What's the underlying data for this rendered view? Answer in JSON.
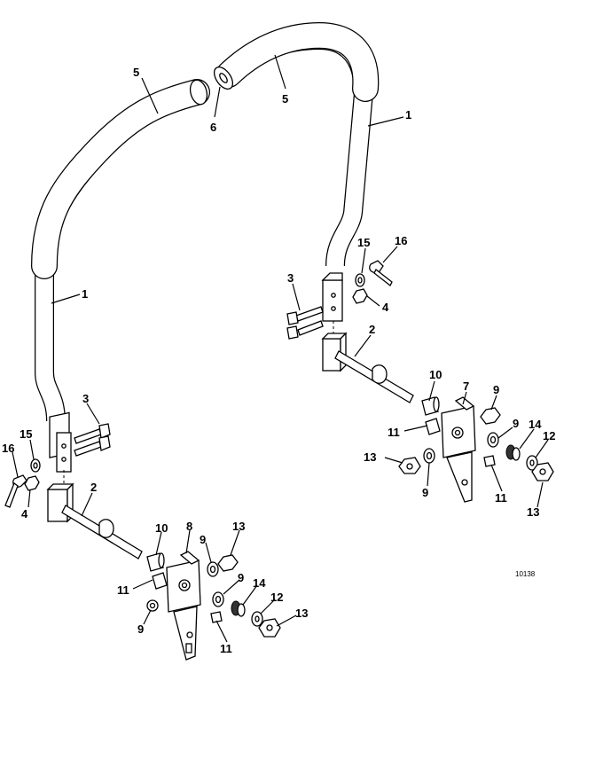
{
  "figure_id": "10138",
  "callouts": [
    {
      "key": "c5a",
      "label": "5"
    },
    {
      "key": "c6",
      "label": "6"
    },
    {
      "key": "c5b",
      "label": "5"
    },
    {
      "key": "c1a",
      "label": "1"
    },
    {
      "key": "c1b",
      "label": "1"
    },
    {
      "key": "c16a",
      "label": "16"
    },
    {
      "key": "c15a",
      "label": "15"
    },
    {
      "key": "c3a",
      "label": "3"
    },
    {
      "key": "c4a",
      "label": "4"
    },
    {
      "key": "c2a",
      "label": "2"
    },
    {
      "key": "c15b",
      "label": "15"
    },
    {
      "key": "c16b",
      "label": "16"
    },
    {
      "key": "c3b",
      "label": "3"
    },
    {
      "key": "c4b",
      "label": "4"
    },
    {
      "key": "c2b",
      "label": "2"
    },
    {
      "key": "c10a",
      "label": "10"
    },
    {
      "key": "c7",
      "label": "7"
    },
    {
      "key": "c9a",
      "label": "9"
    },
    {
      "key": "c11a",
      "label": "11"
    },
    {
      "key": "c9b",
      "label": "9"
    },
    {
      "key": "c14a",
      "label": "14"
    },
    {
      "key": "c12a",
      "label": "12"
    },
    {
      "key": "c13a",
      "label": "13"
    },
    {
      "key": "c9c",
      "label": "9"
    },
    {
      "key": "c11b",
      "label": "11"
    },
    {
      "key": "c13b",
      "label": "13"
    },
    {
      "key": "c10b",
      "label": "10"
    },
    {
      "key": "c8",
      "label": "8"
    },
    {
      "key": "c9d",
      "label": "9"
    },
    {
      "key": "c13c",
      "label": "13"
    },
    {
      "key": "c11c",
      "label": "11"
    },
    {
      "key": "c9e",
      "label": "9"
    },
    {
      "key": "c14b",
      "label": "14"
    },
    {
      "key": "c12b",
      "label": "12"
    },
    {
      "key": "c9f",
      "label": "9"
    },
    {
      "key": "c13d",
      "label": "13"
    },
    {
      "key": "c11d",
      "label": "11"
    }
  ]
}
